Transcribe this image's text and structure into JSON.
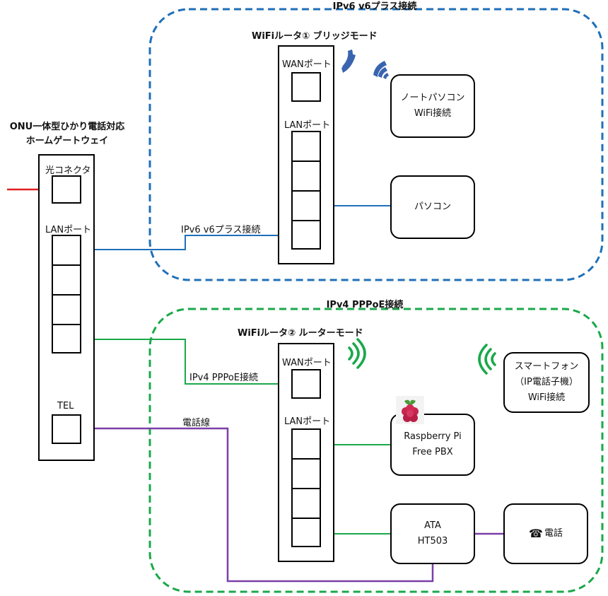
{
  "groups": {
    "ipv6": {
      "title": "IPv6 v6プラス接続",
      "color": "#1f6fb8"
    },
    "ipv4": {
      "title": "IPv4 PPPoE接続",
      "color": "#1aa84a"
    }
  },
  "onu": {
    "title_line1": "ONU一体型ひかり電話対応",
    "title_line2": "ホームゲートウェイ",
    "optical_label": "光コネクタ",
    "lan_label": "LANポート",
    "tel_label": "TEL"
  },
  "router1": {
    "title": "WiFiルータ①  ブリッジモード",
    "wan_label": "WANポート",
    "lan_label": "LANポート"
  },
  "router2": {
    "title": "WiFiルータ②  ルーターモード",
    "wan_label": "WANポート",
    "lan_label": "LANポート"
  },
  "devices": {
    "notebook": {
      "line1": "ノートパソコン",
      "line2": "WiFi接続"
    },
    "pc": {
      "line1": "パソコン"
    },
    "smartphone": {
      "line1": "スマートフォン",
      "line2": "（IP電話子機）",
      "line3": "WiFi接続"
    },
    "raspberry": {
      "line1": "Raspberry Pi",
      "line2": "Free PBX"
    },
    "ata": {
      "line1": "ATA",
      "line2": "HT503"
    },
    "phone": {
      "icon": "☎",
      "line1": "電話"
    }
  },
  "links": {
    "ipv6_link": "IPv6 v6プラス接続",
    "ipv4_link": "IPv4 PPPoE接続",
    "tel_link": "電話線"
  },
  "colors": {
    "fiber": "#e02020",
    "ipv6_line": "#1f6fb8",
    "ipv4_line": "#1aa84a",
    "phone_line": "#7b3fa8",
    "wifi_ipv6": "#3a64b0",
    "wifi_ipv4": "#1aa84a"
  }
}
